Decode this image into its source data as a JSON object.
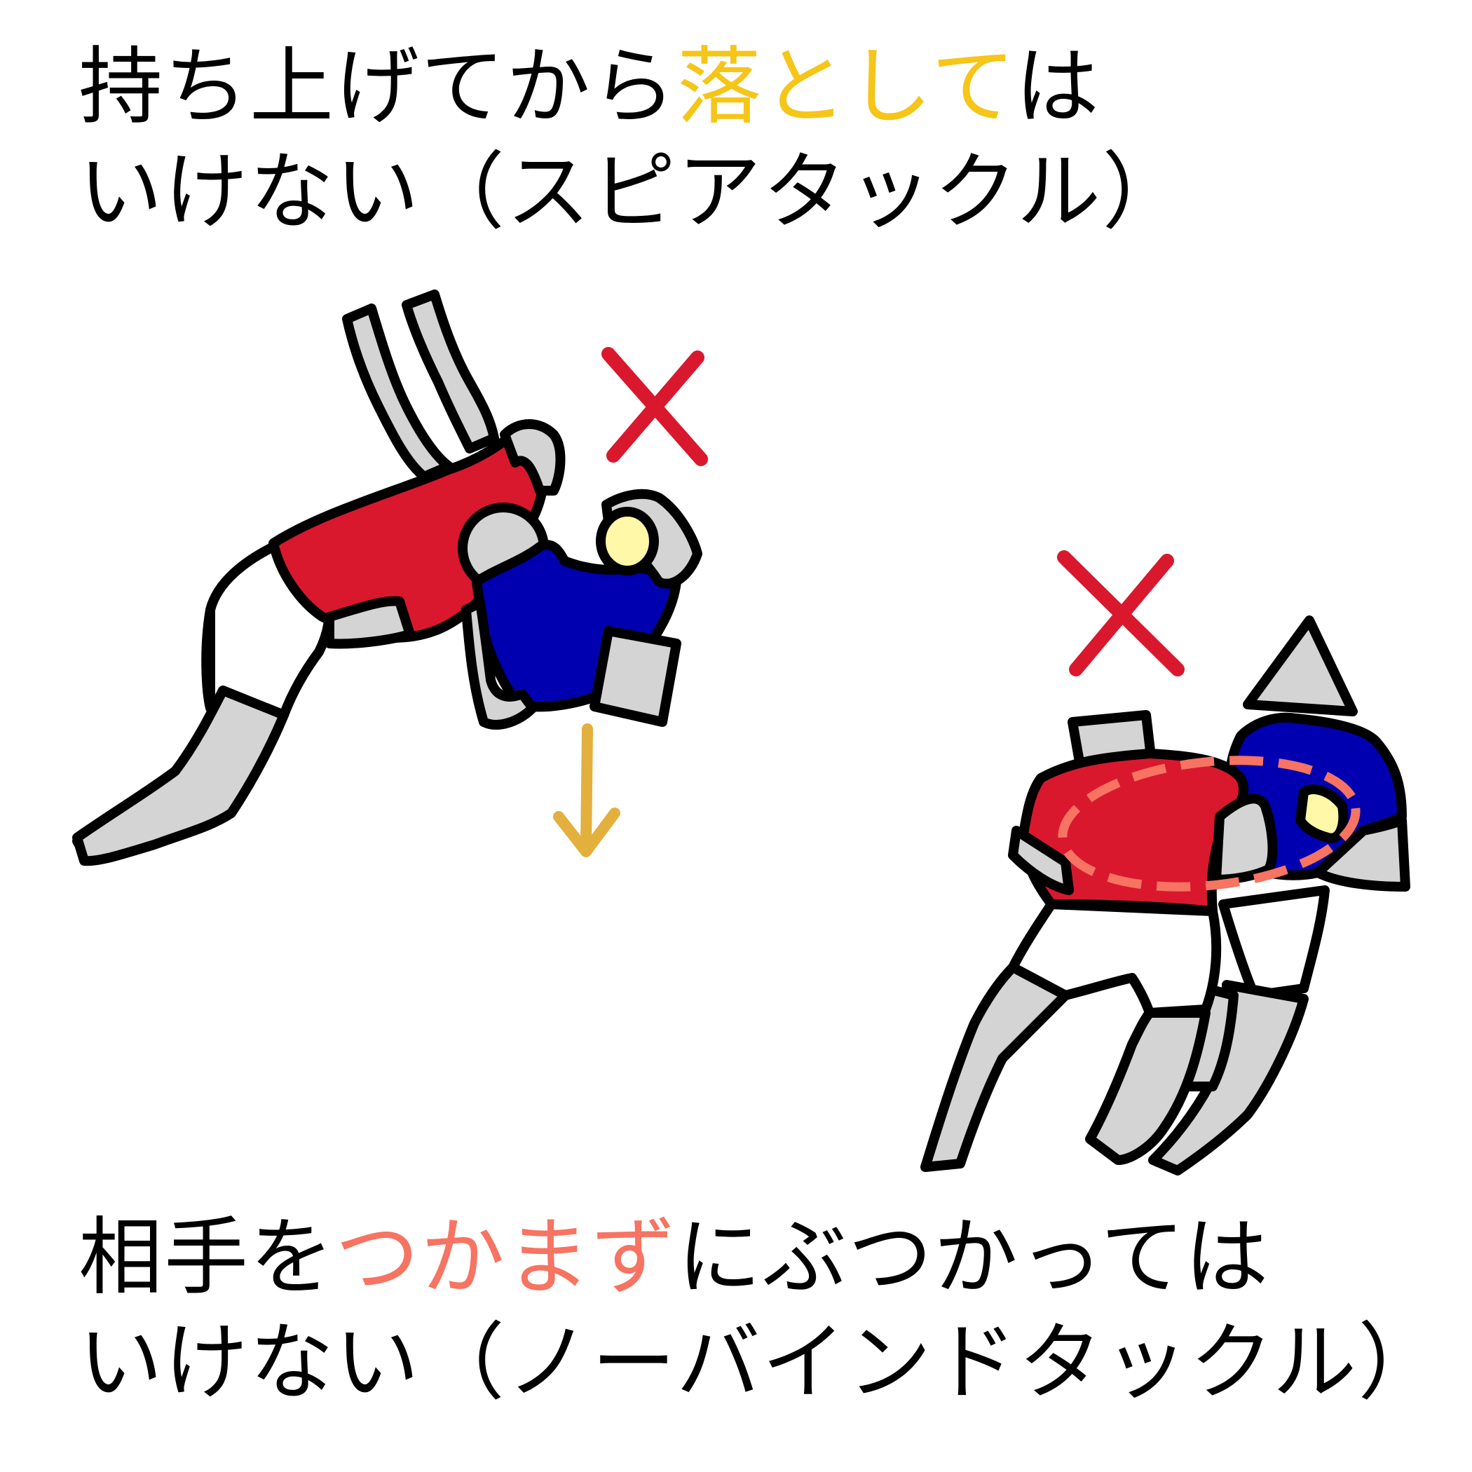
{
  "title_top": {
    "line1_pre": "持ち上げてから",
    "line1_highlight": "落として",
    "line1_post": "は",
    "line2": "いけない（スピアタックル）",
    "highlight_color": "#f5c518"
  },
  "title_bottom": {
    "line1_pre": "相手を",
    "line1_highlight": "つかまず",
    "line1_post": "にぶつかっては",
    "line2": "いけない（ノーバインドタックル）",
    "highlight_color": "#f77362"
  },
  "illustrations": {
    "spear_tackle": {
      "mark": "×",
      "mark_color": "#d9182e",
      "arrow": "down-arrow",
      "arrow_color": "#e3b03e"
    },
    "no_bind_tackle": {
      "mark": "×",
      "mark_color": "#d9182e",
      "ring_color": "#f77362"
    }
  },
  "colors": {
    "red_jersey": "#d9182e",
    "blue_jersey": "#0000b0",
    "skin_gray": "#d4d4d4",
    "face": "#fff8a8",
    "outline": "#000000"
  }
}
